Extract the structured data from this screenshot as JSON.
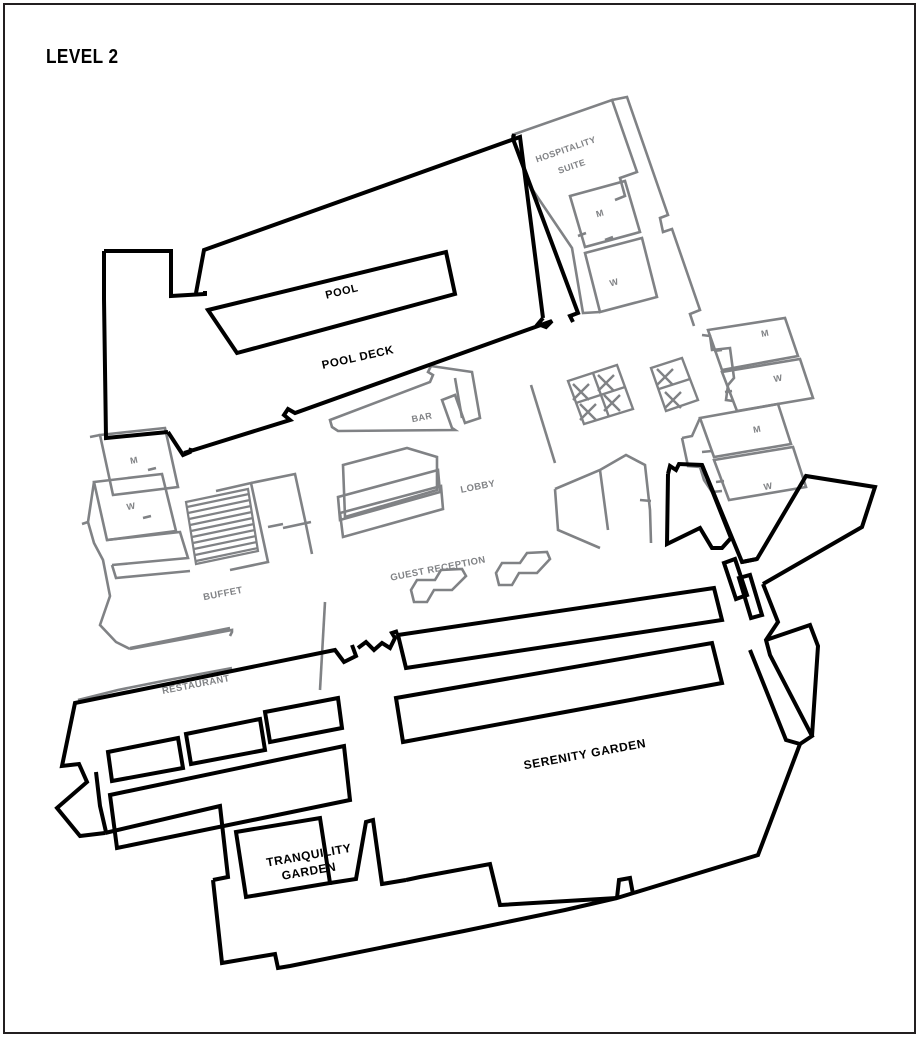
{
  "document": {
    "title": "LEVEL 2",
    "type": "architectural-floor-plan"
  },
  "colors": {
    "exterior_wall": "#000000",
    "interior_wall": "#808285",
    "label_primary": "#000000",
    "label_secondary": "#808285",
    "frame": "#231f20",
    "background": "#ffffff"
  },
  "labels": {
    "pool": "POOL",
    "pool_deck": "POOL DECK",
    "hospitality_suite_line1": "HOSPITALITY",
    "hospitality_suite_line2": "SUITE",
    "bar": "BAR",
    "lobby": "LOBBY",
    "guest_reception": "GUEST RECEPTION",
    "buffet": "BUFFET",
    "restaurant": "RESTAURANT",
    "serenity_garden": "SERENITY GARDEN",
    "tranquility_garden_line1": "TRANQUILITY",
    "tranquility_garden_line2": "GARDEN",
    "mens_restroom": "M",
    "womens_restroom": "W"
  },
  "rooms": [
    {
      "name": "POOL",
      "emphasis": "primary"
    },
    {
      "name": "POOL DECK",
      "emphasis": "primary"
    },
    {
      "name": "HOSPITALITY SUITE",
      "emphasis": "secondary"
    },
    {
      "name": "BAR",
      "emphasis": "secondary"
    },
    {
      "name": "LOBBY",
      "emphasis": "secondary"
    },
    {
      "name": "GUEST RECEPTION",
      "emphasis": "secondary"
    },
    {
      "name": "BUFFET",
      "emphasis": "secondary"
    },
    {
      "name": "RESTAURANT",
      "emphasis": "secondary"
    },
    {
      "name": "SERENITY GARDEN",
      "emphasis": "primary"
    },
    {
      "name": "TRANQUILITY GARDEN",
      "emphasis": "primary"
    }
  ],
  "restrooms": [
    {
      "label": "M",
      "location": "hospitality-suite"
    },
    {
      "label": "W",
      "location": "hospitality-suite"
    },
    {
      "label": "M",
      "location": "west-wing"
    },
    {
      "label": "W",
      "location": "west-wing"
    },
    {
      "label": "M",
      "location": "east-upper"
    },
    {
      "label": "W",
      "location": "east-upper"
    },
    {
      "label": "M",
      "location": "east-lower"
    },
    {
      "label": "W",
      "location": "east-lower"
    }
  ]
}
